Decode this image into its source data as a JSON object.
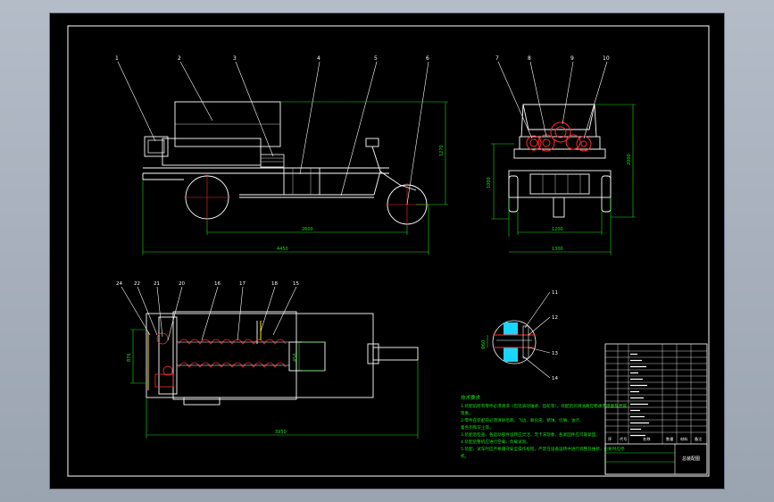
{
  "title_block": {
    "drawing_title": "总装配图",
    "header_row": [
      "序",
      "代号",
      "名称",
      "数量",
      "材料",
      "备注"
    ]
  },
  "side_view": {
    "balloons": [
      "1",
      "2",
      "3",
      "4",
      "5",
      "6"
    ],
    "dims": {
      "overall_length": "4450",
      "wheelbase": "2600",
      "height": "1270"
    }
  },
  "end_view": {
    "balloons": [
      "7",
      "8",
      "9",
      "10"
    ],
    "dims": {
      "inner_width": "1200",
      "outer_width": "1300",
      "left_height": "1000",
      "right_height": "2000"
    }
  },
  "plan_view": {
    "balloons": [
      "24",
      "22",
      "21",
      "20",
      "16",
      "17",
      "18",
      "15"
    ],
    "dims": {
      "overall_length": "3950",
      "left_width": "876",
      "box_width": "456"
    }
  },
  "detail_view": {
    "balloons": [
      "11",
      "12",
      "13",
      "14"
    ],
    "dims": {
      "diameter": "Φ60"
    }
  },
  "notes": {
    "heading": "技术要求",
    "lines": [
      "1.装配前所有零件必须清洗（包括滚动轴承、齿轮等），装配后润滑油路应畅通无阻塞及泄漏",
      "现象。",
      "2.零件在装配前必须清除毛刺、飞边、氧化皮、锈蚀、切屑、油污、",
      "着色剂和灰尘等。",
      "3.装配后检查，各运动部件运转应灵活，无卡滞现象，各紧固件应可靠紧固。",
      "4.装配后整机应进行空载、负载试验。",
      "5.装配、试车时应严格遵守安全操作规程，严禁在设备运转中进行调整及维修，必要时应停",
      "机。"
    ]
  }
}
